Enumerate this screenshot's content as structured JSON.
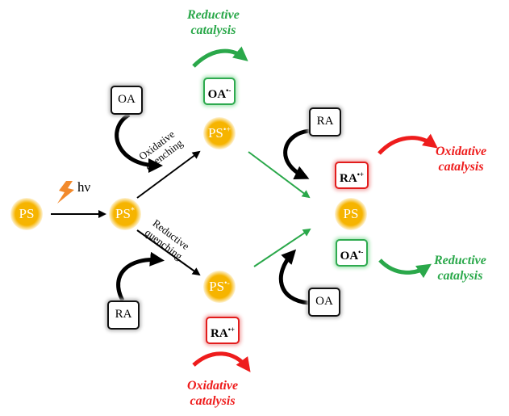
{
  "ps": {
    "center": "PS",
    "excited": "PS",
    "excited_sup": "*",
    "oxidized": "PS",
    "oxidized_sup": "•+",
    "reduced": "PS",
    "reduced_sup": "•-",
    "product": "PS"
  },
  "light": {
    "symbol": "hν"
  },
  "species": {
    "oa_left": "OA",
    "ra_left": "RA",
    "ra_right": "RA",
    "oa_right": "OA",
    "oa_radical": "OA",
    "oa_radical_sup": "•-",
    "ra_radical": "RA",
    "ra_radical_sup": "•+"
  },
  "pathways": {
    "oxidative": [
      "Oxidative",
      "quenching"
    ],
    "reductive": [
      "Reductive",
      "quenching"
    ]
  },
  "catalysis": {
    "reductive": [
      "Reductive",
      "catalysis"
    ],
    "oxidative": [
      "Oxidative",
      "catalysis"
    ]
  },
  "colors": {
    "ps_fill": "#f7b500",
    "green": "#2aa84a",
    "red": "#ee1c1c",
    "bolt": "#f28a2c"
  }
}
